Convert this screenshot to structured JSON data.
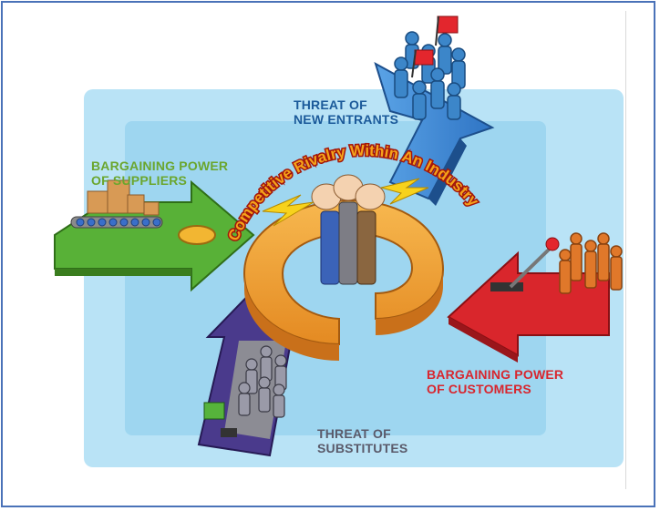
{
  "diagram": {
    "center_label": "Competitive Rivalry Within An Industry",
    "forces": {
      "new_entrants": {
        "line1": "THREAT OF",
        "line2": "NEW ENTRANTS",
        "color": "#1b5a9a"
      },
      "suppliers": {
        "line1": "BARGAINING POWER",
        "line2": "OF SUPPLIERS",
        "color": "#6ba62e"
      },
      "customers": {
        "line1": "BARGAINING POWER",
        "line2": "OF CUSTOMERS",
        "color": "#d8262e"
      },
      "substitutes": {
        "line1": "THREAT OF",
        "line2": "SUBSTITUTES",
        "color": "#5a5a6a"
      }
    },
    "colors": {
      "panel_outer": "#b9e3f6",
      "panel_inner": "#9ed6f0",
      "arrow_blue": "#3b86d6",
      "arrow_green": "#58b137",
      "arrow_red": "#d9262c",
      "arrow_purple": "#4a3a8c",
      "ring_orange": "#f2a03a",
      "frame_border": "#4a72b8"
    }
  }
}
